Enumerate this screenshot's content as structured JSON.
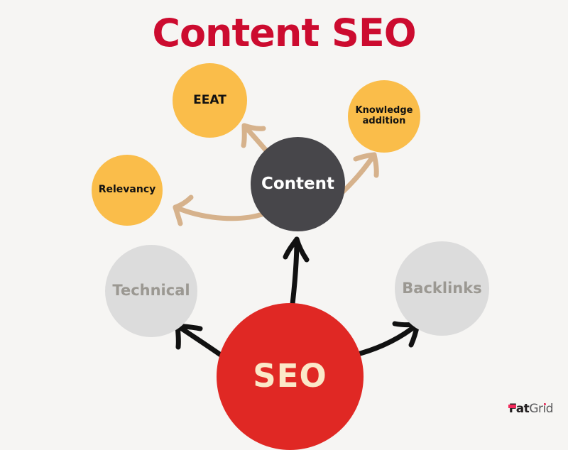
{
  "page": {
    "title": "Content SEO",
    "background_color": "#f6f5f3",
    "title_color": "#cc0b2f"
  },
  "diagram": {
    "type": "node-arrow-diagram",
    "nodes": [
      {
        "id": "seo",
        "label": "SEO",
        "role": "root",
        "fill": "#e02824",
        "text_color": "#fbe8c8"
      },
      {
        "id": "technical",
        "label": "Technical",
        "role": "pillar-inactive",
        "fill": "#dcdcdc",
        "text_color": "#9b9892"
      },
      {
        "id": "backlinks",
        "label": "Backlinks",
        "role": "pillar-inactive",
        "fill": "#dcdcdc",
        "text_color": "#9b9892"
      },
      {
        "id": "content",
        "label": "Content",
        "role": "pillar-active",
        "fill": "#47464a",
        "text_color": "#ffffff"
      },
      {
        "id": "eeat",
        "label": "EEAT",
        "role": "sub-factor",
        "fill": "#fabd4a",
        "text_color": "#111111"
      },
      {
        "id": "knowledge",
        "label": "Knowledge\naddition",
        "role": "sub-factor",
        "fill": "#fabd4a",
        "text_color": "#111111"
      },
      {
        "id": "relevancy",
        "label": "Relevancy",
        "role": "sub-factor",
        "fill": "#fabd4a",
        "text_color": "#111111"
      }
    ],
    "edges": [
      {
        "id": "seo-to-technical",
        "from": "seo",
        "to": "technical",
        "color": "#111111",
        "style": "hand-drawn"
      },
      {
        "id": "seo-to-content",
        "from": "seo",
        "to": "content",
        "color": "#111111",
        "style": "hand-drawn"
      },
      {
        "id": "seo-to-backlinks",
        "from": "seo",
        "to": "backlinks",
        "color": "#111111",
        "style": "hand-drawn"
      },
      {
        "id": "content-to-eeat",
        "from": "content",
        "to": "eeat",
        "color": "#d6b28c",
        "style": "hand-drawn"
      },
      {
        "id": "content-to-knowledge",
        "from": "content",
        "to": "knowledge",
        "color": "#d6b28c",
        "style": "hand-drawn"
      },
      {
        "id": "content-to-relevancy",
        "from": "content",
        "to": "relevancy",
        "color": "#d6b28c",
        "style": "hand-drawn"
      }
    ]
  },
  "logo": {
    "primary": "Fat",
    "secondary": "Grid",
    "accent_color": "#f2295b"
  }
}
